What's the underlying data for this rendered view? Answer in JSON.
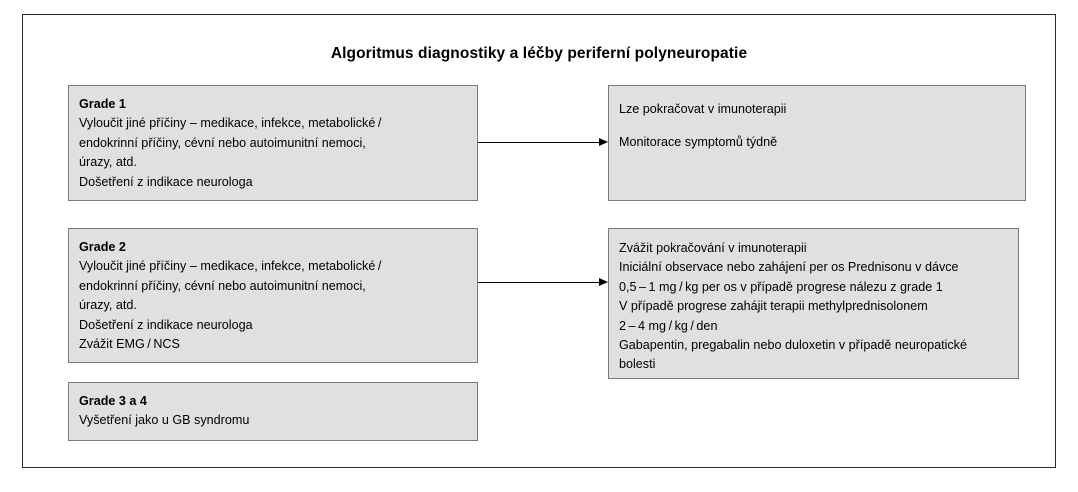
{
  "diagram": {
    "title": "Algoritmus diagnostiky a léčby periferní polyneuropatie",
    "nodes": {
      "grade1": {
        "title": "Grade 1",
        "lines": [
          "Vyloučit jiné příčiny – medikace, infekce, metabolické /",
          "endokrinní příčiny, cévní nebo autoimunitní nemoci,",
          "úrazy, atd.",
          "Došetření z indikace neurologa"
        ]
      },
      "grade2": {
        "title": "Grade 2",
        "lines": [
          "Vyloučit jiné příčiny – medikace, infekce, metabolické /",
          "endokrinní příčiny, cévní nebo autoimunitní nemoci,",
          "úrazy, atd.",
          "Došetření z indikace neurologa",
          "Zvážit EMG / NCS"
        ]
      },
      "grade34": {
        "title": "Grade 3 a 4",
        "lines": [
          "Vyšetření jako u GB syndromu"
        ]
      },
      "outcome1": {
        "lines": [
          "Lze pokračovat v imunoterapii",
          "Monitorace symptomů týdně"
        ]
      },
      "outcome2": {
        "lines": [
          "Zvážit pokračování v imunoterapii",
          "Iniciální observace nebo zahájení per os Prednisonu v dávce",
          "0,5 – 1 mg / kg per os v případě progrese nálezu z grade 1",
          "V případě progrese zahájit terapii methylprednisolonem",
          "2 – 4 mg / kg / den",
          "Gabapentin, pregabalin nebo duloxetin v případě neuropatické",
          "bolesti"
        ]
      }
    },
    "arrows": [
      {
        "from": "grade1",
        "to": "outcome1"
      },
      {
        "from": "grade2",
        "to": "outcome2"
      }
    ],
    "colors": {
      "node_fill": "#e0e0e0",
      "node_border": "#7a7a7a",
      "frame_border": "#2b2b2b",
      "text": "#000000",
      "background": "#ffffff"
    }
  }
}
